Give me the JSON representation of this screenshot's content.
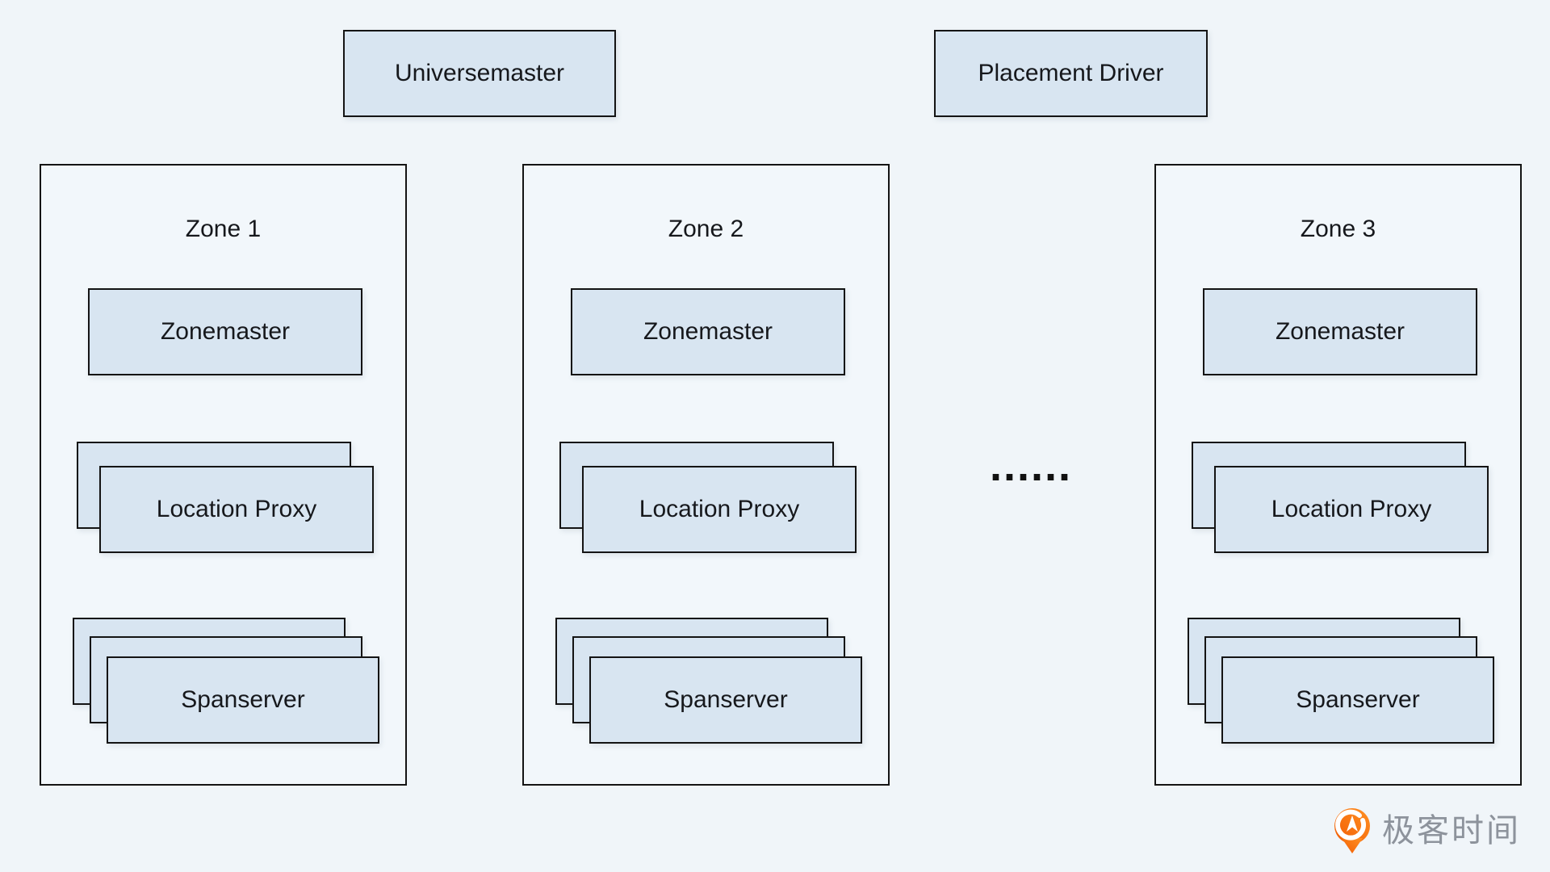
{
  "colors": {
    "page_background": "#f0f5f9",
    "box_fill": "#d8e5f1",
    "box_border": "#141414",
    "text": "#16181c",
    "logo_orange": "#f96a02",
    "logo_orange_light": "#ff9124",
    "logo_text_gray": "#8d939c"
  },
  "top_boxes": {
    "universemaster": "Universemaster",
    "placement_driver": "Placement Driver"
  },
  "zones": [
    {
      "title": "Zone 1",
      "zonemaster": "Zonemaster",
      "location_proxy": "Location Proxy",
      "spanserver": "Spanserver"
    },
    {
      "title": "Zone 2",
      "zonemaster": "Zonemaster",
      "location_proxy": "Location Proxy",
      "spanserver": "Spanserver"
    },
    {
      "title": "Zone 3",
      "zonemaster": "Zonemaster",
      "location_proxy": "Location Proxy",
      "spanserver": "Spanserver"
    }
  ],
  "ellipsis": "......",
  "logo": {
    "text": "极客时间"
  }
}
